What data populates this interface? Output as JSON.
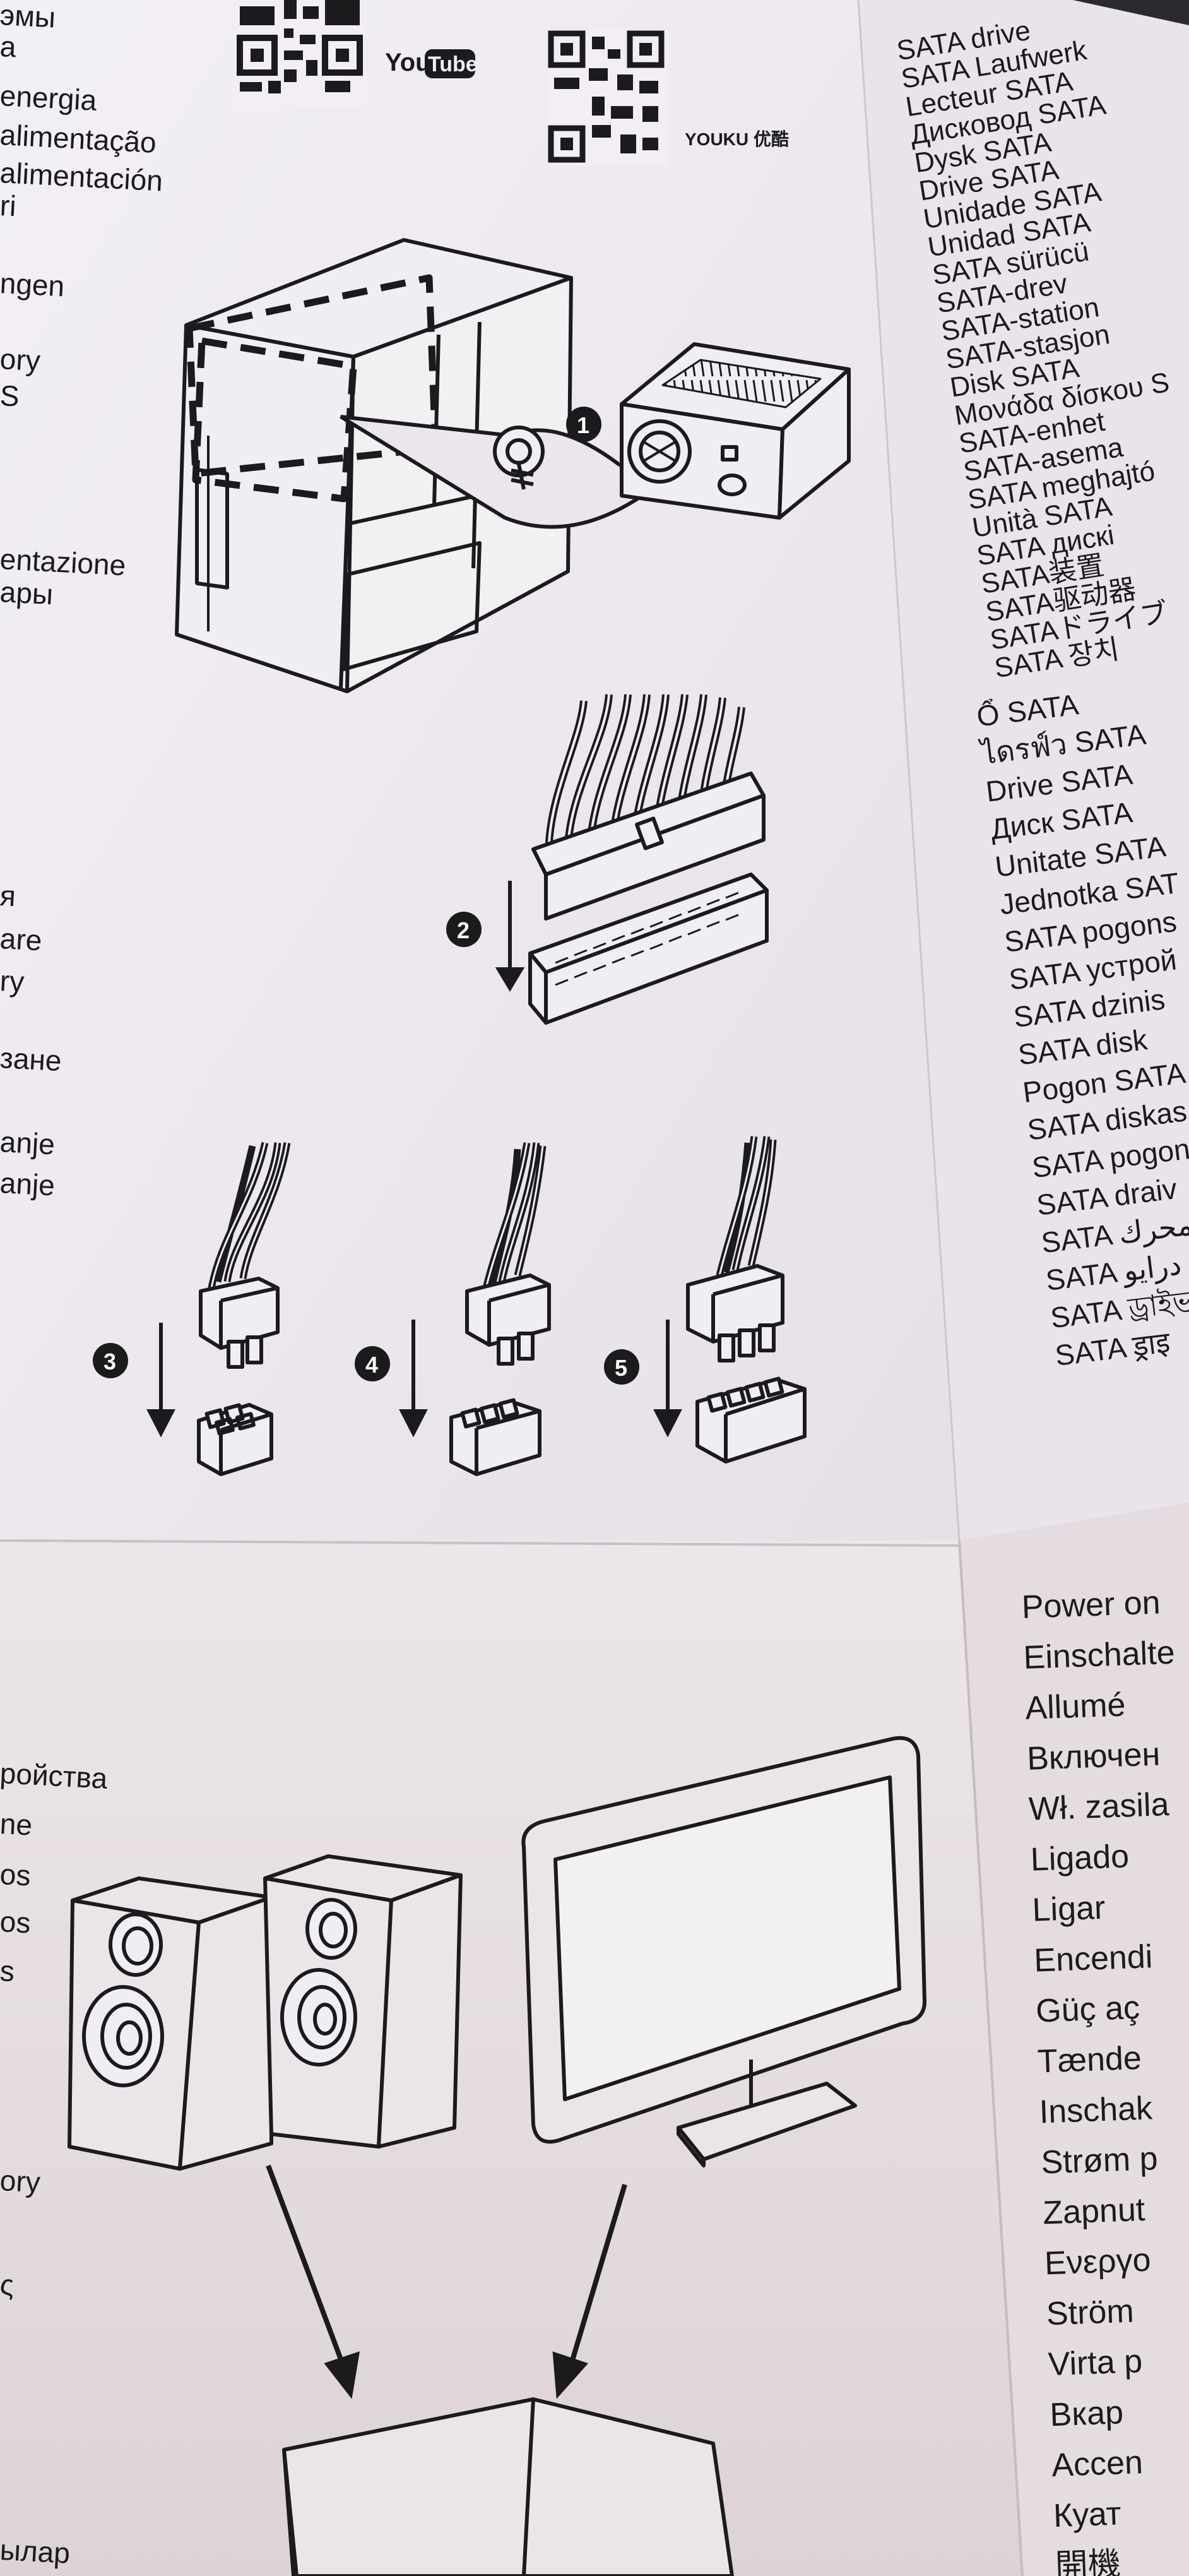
{
  "logos": {
    "youtube_label": "You",
    "youtube_tube": "Tube",
    "youku_label": "YOUKU 优酷"
  },
  "left_fragments": [
    "эмы",
    "a",
    "energia",
    "alimentação",
    "alimentación",
    "ri",
    "ngen",
    "ory",
    "S",
    "entazione",
    "ары",
    "я",
    "are",
    "ry",
    "зане",
    "anje",
    "anje",
    "ройства",
    "ne",
    "os",
    "os",
    "s",
    "ory",
    "ς",
    "ылар"
  ],
  "sata_column": [
    "SATA drive",
    "SATA Laufwerk",
    "Lecteur SATA",
    "Дисковод SATA",
    "Dysk SATA",
    "Drive SATA",
    "Unidade SATA",
    "Unidad SATA",
    "SATA sürücü",
    "SATA-drev",
    "SATA-station",
    "SATA-stasjon",
    "Disk SATA",
    "Μονάδα δίσκου S",
    "SATA-enhet",
    "SATA-asema",
    "SATA meghajtó",
    "Unità SATA",
    "SATA дискі",
    "SATA装置",
    "SATA驱动器",
    "SATAドライブ",
    "SATA 장치"
  ],
  "sata_column_2": [
    "Ổ SATA",
    "ไดรฟ์ว SATA",
    "Drive SATA",
    "Диск SATA",
    "Unitate SATA",
    "Jednotka SAT",
    "SATA pogons",
    "SATA устрой",
    "SATA dzinis",
    "SATA disk",
    "Pogon SATA",
    "SATA diskas",
    "SATA pogon",
    "SATA draiv",
    "SATA محرك",
    "SATA درایو",
    "SATA ড্রাইভ",
    "SATA ड्राइ"
  ],
  "power_column": [
    "Power on",
    "Einschalte",
    "Allumé",
    "Включен",
    "Wł. zasila",
    "Ligado",
    "Ligar",
    "Encendi",
    "Güç aç",
    "Tænde",
    "Inschak",
    "Strøm p",
    "Zapnut",
    "Ενεργο",
    "Ström",
    "Virta p",
    "Вкар",
    "Accen",
    "Куат",
    "開機"
  ],
  "steps": [
    "1",
    "2",
    "3",
    "4",
    "5"
  ],
  "colors": {
    "paper": "#f1eef3",
    "paper_lower": "#e8e1e4",
    "ink": "#1b1a1d",
    "background": "#d9cfd1"
  },
  "icons": [
    "qr-code",
    "youtube-logo",
    "youku-logo",
    "pc-case",
    "power-supply-unit",
    "screw",
    "24-pin-connector",
    "6-pin-connector",
    "8-pin-connector",
    "speakers",
    "monitor",
    "arrow-down"
  ]
}
